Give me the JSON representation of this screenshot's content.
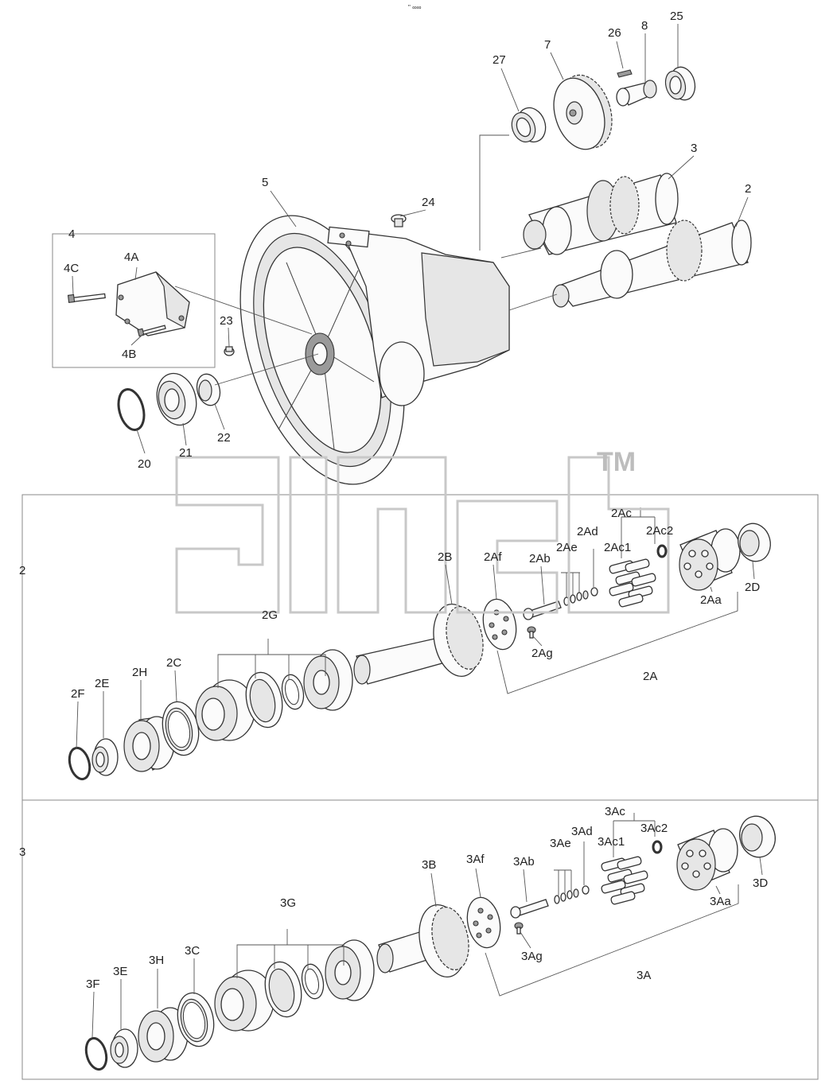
{
  "top_mark": "\" ∞∞",
  "watermark": {
    "trademark": "TM"
  },
  "section_labels": {
    "section2": "2",
    "section3": "3"
  },
  "labels": {
    "p25": "25",
    "p26": "26",
    "p8": "8",
    "p27": "27",
    "p7": "7",
    "p3": "3",
    "p2": "2",
    "p5": "5",
    "p24": "24",
    "p4": "4",
    "p4C": "4C",
    "p4A": "4A",
    "p4B": "4B",
    "p23": "23",
    "p20": "20",
    "p21": "21",
    "p22": "22",
    "p2Ac": "2Ac",
    "p2Ad": "2Ad",
    "p2Ac2": "2Ac2",
    "p2Ae": "2Ae",
    "p2Ac1": "2Ac1",
    "p2B": "2B",
    "p2Af": "2Af",
    "p2Ab": "2Ab",
    "p2Aa": "2Aa",
    "p2D": "2D",
    "p2Ag": "2Ag",
    "p2A": "2A",
    "p2G": "2G",
    "p2H": "2H",
    "p2C": "2C",
    "p2E": "2E",
    "p2F": "2F",
    "p3Ac": "3Ac",
    "p3Ad": "3Ad",
    "p3Ac2": "3Ac2",
    "p3Ae": "3Ae",
    "p3Ac1": "3Ac1",
    "p3B": "3B",
    "p3Af": "3Af",
    "p3Ab": "3Ab",
    "p3Aa": "3Aa",
    "p3D": "3D",
    "p3Ag": "3Ag",
    "p3A": "3A",
    "p3G": "3G",
    "p3H": "3H",
    "p3C": "3C",
    "p3E": "3E",
    "p3F": "3F"
  }
}
